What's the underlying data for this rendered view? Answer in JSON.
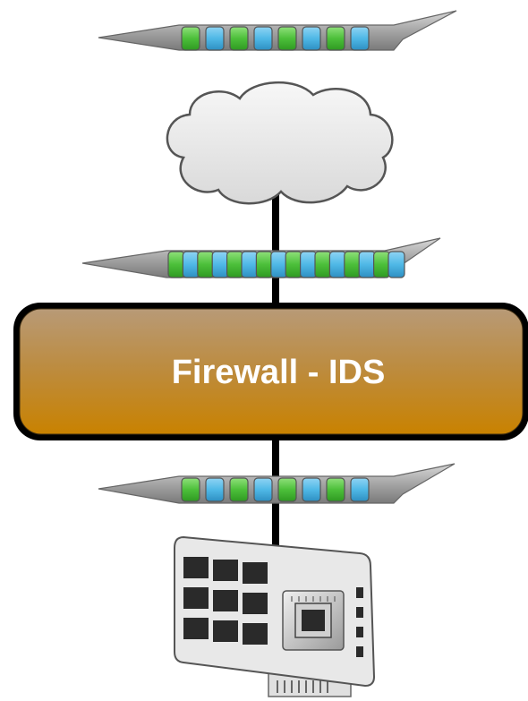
{
  "firewall": {
    "label": "Firewall - IDS"
  },
  "colors": {
    "packet_green": "#5cc84a",
    "packet_blue": "#4fb8e6",
    "firewall_top": "#b89a77",
    "firewall_bottom": "#c98200",
    "connector": "#000000",
    "cloud_fill": "#e9e9e9",
    "card_fill": "#e8e8e8"
  },
  "icons": {
    "cloud": "cloud-icon",
    "network_card": "network-card-icon",
    "chip": "chip-icon"
  },
  "packet_streams": [
    {
      "name": "packet-stream-top",
      "packets": [
        "green",
        "blue",
        "green",
        "blue",
        "green",
        "blue",
        "green",
        "blue"
      ]
    },
    {
      "name": "packet-stream-middle",
      "packets": [
        "green",
        "blue",
        "green",
        "blue",
        "green",
        "blue",
        "green",
        "blue",
        "green",
        "blue",
        "green",
        "blue",
        "green",
        "blue",
        "green",
        "blue"
      ]
    },
    {
      "name": "packet-stream-bottom",
      "packets": [
        "green",
        "blue",
        "green",
        "blue",
        "green",
        "blue",
        "green",
        "blue"
      ]
    }
  ]
}
